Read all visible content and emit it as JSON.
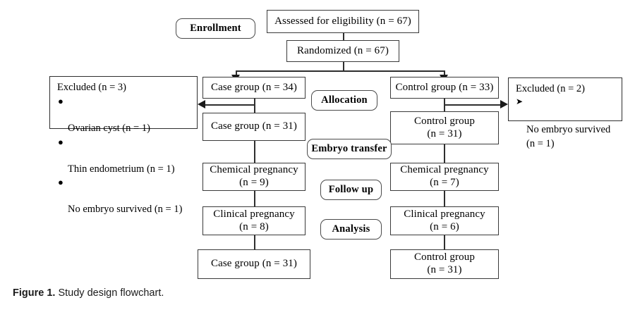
{
  "figure": {
    "label": "Figure 1.",
    "caption": "Study design flowchart."
  },
  "phases": [
    {
      "name": "enrollment",
      "label": "Enrollment"
    },
    {
      "name": "allocation",
      "label": "Allocation"
    },
    {
      "name": "embryo-transfer",
      "label": "Embryo transfer"
    },
    {
      "name": "follow-up",
      "label": "Follow up"
    },
    {
      "name": "analysis",
      "label": "Analysis"
    }
  ],
  "nodes": {
    "assessed": "Assessed for eligibility (n = 67)",
    "randomized": "Randomized (n = 67)",
    "case_allocated": "Case group (n = 34)",
    "control_allocated": "Control group (n = 33)",
    "case_transfer": "Case group (n = 31)",
    "control_transfer": "Control group\n(n = 31)",
    "case_chemical": "Chemical pregnancy\n(n = 9)",
    "control_chemical": "Chemical pregnancy\n(n = 7)",
    "case_clinical": "Clinical pregnancy\n(n = 8)",
    "control_clinical": "Clinical pregnancy\n(n = 6)",
    "case_analysis": "Case group (n = 31)",
    "control_analysis": "Control group\n(n = 31)"
  },
  "exclusions": {
    "left": {
      "heading": "Excluded (n = 3)",
      "bullet_glyph": "●",
      "items": [
        "Ovarian cyst (n = 1)",
        "Thin endometrium (n = 1)",
        "No embryo survived (n = 1)"
      ]
    },
    "right": {
      "heading": "Excluded (n = 2)",
      "bullet_glyph": "➤",
      "items": [
        "No embryo survived\n(n = 1)"
      ]
    }
  },
  "colors": {
    "box_border": "#3a3a3a",
    "line": "#2e2e2e",
    "arrow": "#1a1a1a",
    "text": "#000000",
    "background": "#ffffff"
  }
}
